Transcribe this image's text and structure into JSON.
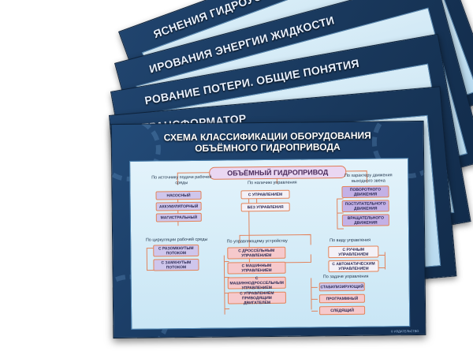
{
  "posters": [
    {
      "title": "ЯСНЕНИЯ ГИДРОУСТРОЙСТВ"
    },
    {
      "title": "ИРОВАНИЯ ЭНЕРГИИ ЖИДКОСТИ"
    },
    {
      "title": "РОВАНИЕ ПОТЕРИ. ОБЩИЕ ПОНЯТИЯ"
    },
    {
      "title": "ТРАНСФОРМАТОР"
    }
  ],
  "front": {
    "title_line1": "СХЕМА КЛАССИФИКАЦИИ ОБОРУДОВАНИЯ",
    "title_line2": "ОБЪЁМНОГО ГИДРОПРИВОДА",
    "footer": "© ИЗДАТЕЛЬСТВО"
  },
  "diagram": {
    "root": "ОБЪЁМНЫЙ ГИДРОПРИВОД",
    "source": {
      "label": "По источнику подачи рабочей среды",
      "items": [
        "НАСОСНЫЙ",
        "АККУМУЛЯТОРНЫЙ",
        "МАГИСТРАЛЬНЫЙ"
      ]
    },
    "control_presence": {
      "label": "По наличию управления",
      "items": [
        "С УПРАВЛЕНИЕМ",
        "БЕЗ УПРАВЛЕНИЯ"
      ]
    },
    "motion": {
      "label": "По характеру движения выходного звена",
      "items": [
        "ПОВОРОТНОГО ДВИЖЕНИЯ",
        "ПОСТУПАТЕЛЬНОГО ДВИЖЕНИЯ",
        "ВРАЩАТЕЛЬНОГО ДВИЖЕНИЯ"
      ]
    },
    "circulation": {
      "label": "По циркуляции рабочей среды",
      "items": [
        "С РАЗОМКНУТЫМ ПОТОКОМ",
        "С ЗАМКНУТЫМ ПОТОКОМ"
      ]
    },
    "device": {
      "label": "По управляющему устройству",
      "items": [
        "С ДРОССЕЛЬНЫМ УПРАВЛЕНИЕМ",
        "С МАШИННЫМ УПРАВЛЕНИЕМ",
        "С МАШИННОДРОССЕЛЬНЫМ УПРАВЛЕНИЕМ",
        "С УПРАВЛЕНИЕМ ПРИВОДЯЩИМ ДВИГАТЕЛЕМ"
      ]
    },
    "kind": {
      "label": "По виду управления",
      "items": [
        "С РУЧНЫМ УПРАВЛЕНИЕМ",
        "С АВТОМАТИЧЕСКИМ УПРАВЛЕНИЕМ"
      ]
    },
    "task": {
      "label": "По задаче управления",
      "items": [
        "СТАБИЛИЗИРУЮЩИЙ",
        "ПРОГРАММНЫЙ",
        "СЛЕДЯЩИЙ"
      ]
    }
  }
}
